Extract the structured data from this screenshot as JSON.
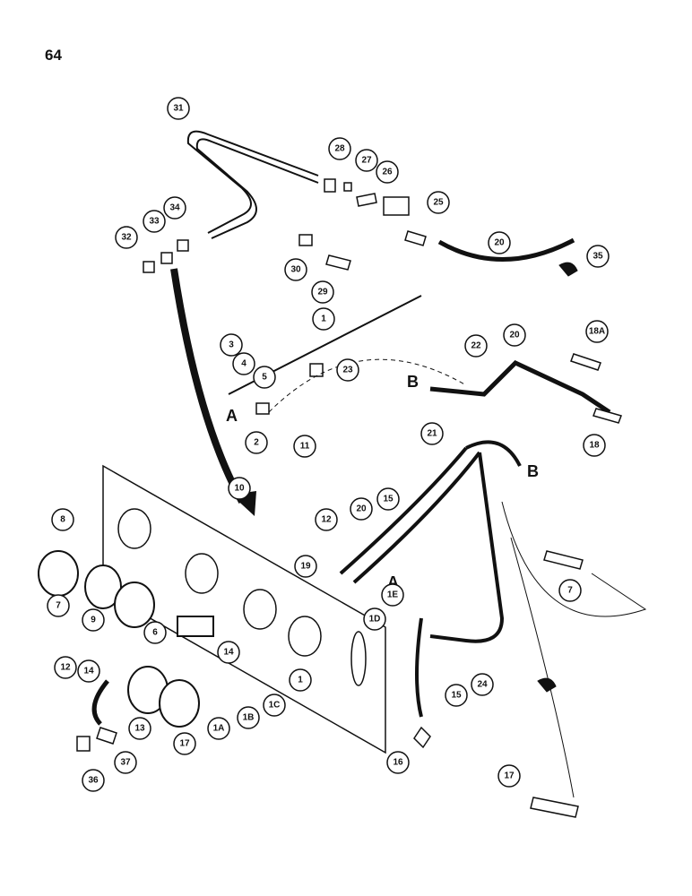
{
  "page_number": "64",
  "section_letters": [
    "A",
    "A",
    "B",
    "B"
  ],
  "callouts": [
    "31",
    "28",
    "27",
    "26",
    "25",
    "20",
    "35",
    "34",
    "33",
    "32",
    "30",
    "29",
    "1",
    "3",
    "4",
    "5",
    "23",
    "2",
    "22",
    "20",
    "18A",
    "18",
    "11",
    "10",
    "21",
    "15",
    "20",
    "12",
    "19",
    "8",
    "7",
    "9",
    "6",
    "12",
    "14",
    "14",
    "13",
    "17",
    "1A",
    "1B",
    "1C",
    "1",
    "1E",
    "1D",
    "24",
    "15",
    "16",
    "7",
    "17",
    "36",
    "37"
  ]
}
